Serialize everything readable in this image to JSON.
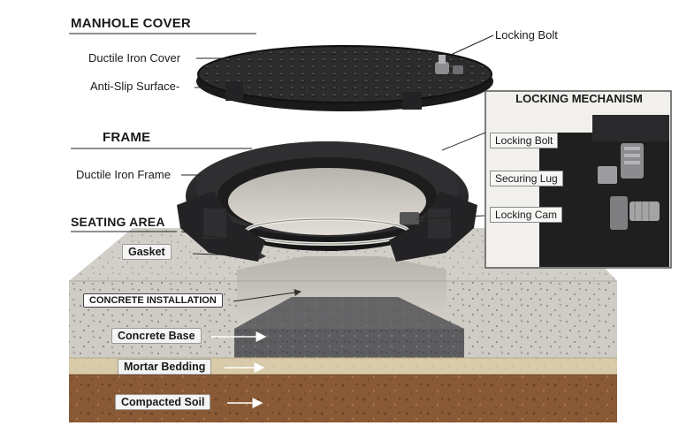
{
  "labels": {
    "manhole_cover": "MANHOLE COVER",
    "ductile_iron_cover": "Ductile Iron Cover",
    "anti_slip_surface": "Anti-Slip Surface-",
    "locking_bolt_top": "Locking Bolt",
    "frame": "FRAME",
    "ductile_iron_frame": "Ductile Iron Frame",
    "seating_area": "SEATING AREA",
    "gasket": "Gasket",
    "concrete_installation": "CONCRETE INSTALLATION",
    "concrete_base": "Concrete Base",
    "mortar_bedding": "Mortar Bedding",
    "compacted_soil": "Compacted Soil"
  },
  "inset": {
    "title": "LOCKING MECHANISM",
    "locking_bolt": "Locking Bolt",
    "securing_lug": "Securing Lug",
    "locking_cam": "Locking Cam"
  },
  "colors": {
    "iron": "#2a2a2c",
    "concrete": "#c9c6c0",
    "mortar": "#d8c9a8",
    "soil": "#8a5a35"
  }
}
